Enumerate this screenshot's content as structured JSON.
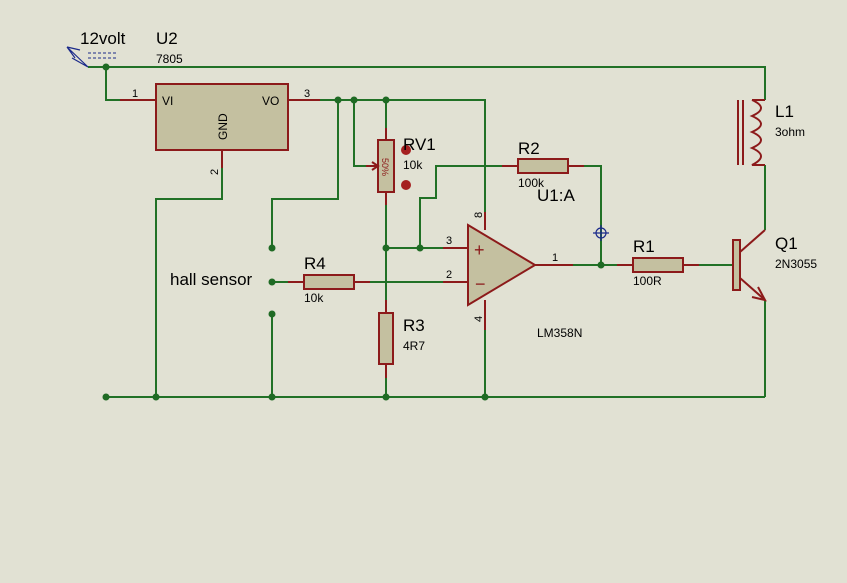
{
  "colors": {
    "background": "#e1e1d3",
    "wire": "#217126",
    "component": "#8c1a1a",
    "body_fill": "#c4c0a0"
  },
  "power": {
    "label": "12volt"
  },
  "u2": {
    "ref": "U2",
    "value": "7805",
    "vi": "VI",
    "vo": "VO",
    "gnd": "GND",
    "pin1": "1",
    "pin2": "2",
    "pin3": "3"
  },
  "rv1": {
    "ref": "RV1",
    "value": "10k",
    "wiper": "50%"
  },
  "r2": {
    "ref": "R2",
    "value": "100k"
  },
  "u1": {
    "ref": "U1:A",
    "value": "LM358N",
    "plus": "+",
    "minus": "−",
    "pin1": "1",
    "pin2": "2",
    "pin3": "3",
    "pin4": "4",
    "pin8": "8"
  },
  "r1": {
    "ref": "R1",
    "value": "100R"
  },
  "r3": {
    "ref": "R3",
    "value": "4R7"
  },
  "r4": {
    "ref": "R4",
    "value": "10k"
  },
  "hall": {
    "label": "hall sensor"
  },
  "l1": {
    "ref": "L1",
    "value": "3ohm"
  },
  "q1": {
    "ref": "Q1",
    "value": "2N3055"
  }
}
